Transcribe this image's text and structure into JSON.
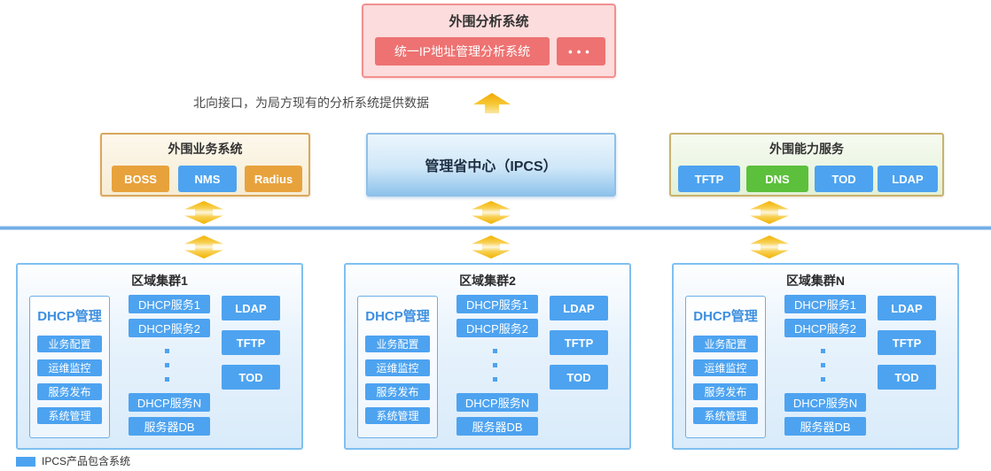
{
  "analysis_system": {
    "title": "外围分析系统",
    "main_button": "统一IP地址管理分析系统",
    "more_button": "•••",
    "button_color": "#ee7272"
  },
  "annotation": {
    "text": "北向接口，为局方现有的分析系统提供数据"
  },
  "middle_row": {
    "business": {
      "title": "外围业务系统",
      "buttons": [
        {
          "label": "BOSS",
          "color": "#e8a23c"
        },
        {
          "label": "NMS",
          "color": "#4da3f0"
        },
        {
          "label": "Radius",
          "color": "#e8a23c"
        }
      ]
    },
    "center": {
      "title": "管理省中心（IPCS）"
    },
    "capability": {
      "title": "外围能力服务",
      "buttons": [
        {
          "label": "TFTP",
          "color": "#4da3f0"
        },
        {
          "label": "DNS",
          "color": "#5cc03c"
        },
        {
          "label": "TOD",
          "color": "#4da3f0"
        },
        {
          "label": "LDAP",
          "color": "#4da3f0"
        }
      ]
    }
  },
  "clusters": [
    {
      "title": "区域集群1",
      "dhcp_mgmt": {
        "title": "DHCP管理",
        "items": [
          "业务配置",
          "运维监控",
          "服务发布",
          "系统管理"
        ]
      },
      "services": [
        "DHCP服务1",
        "DHCP服务2",
        "DHCP服务N",
        "服务器DB"
      ],
      "side_services": [
        "LDAP",
        "TFTP",
        "TOD"
      ]
    },
    {
      "title": "区域集群2",
      "dhcp_mgmt": {
        "title": "DHCP管理",
        "items": [
          "业务配置",
          "运维监控",
          "服务发布",
          "系统管理"
        ]
      },
      "services": [
        "DHCP服务1",
        "DHCP服务2",
        "DHCP服务N",
        "服务器DB"
      ],
      "side_services": [
        "LDAP",
        "TFTP",
        "TOD"
      ]
    },
    {
      "title": "区域集群N",
      "dhcp_mgmt": {
        "title": "DHCP管理",
        "items": [
          "业务配置",
          "运维监控",
          "服务发布",
          "系统管理"
        ]
      },
      "services": [
        "DHCP服务1",
        "DHCP服务2",
        "DHCP服务N",
        "服务器DB"
      ],
      "side_services": [
        "LDAP",
        "TFTP",
        "TOD"
      ]
    }
  ],
  "legend": {
    "label": "IPCS产品包含系统",
    "swatch_color": "#4da3f0"
  },
  "colors": {
    "red_button": "#ee7272",
    "pink_panel_bg": "#fcdcdc",
    "pink_panel_border": "#f29090",
    "orange_button": "#e8a23c",
    "blue_button": "#4da3f0",
    "green_button": "#5cc03c",
    "business_panel_border": "#d9a85c",
    "capability_panel_border": "#c9b26e",
    "cluster_border": "#7fc0f0",
    "backbone_line": "#6aaae6",
    "arrow_gold": "#f2b300"
  }
}
